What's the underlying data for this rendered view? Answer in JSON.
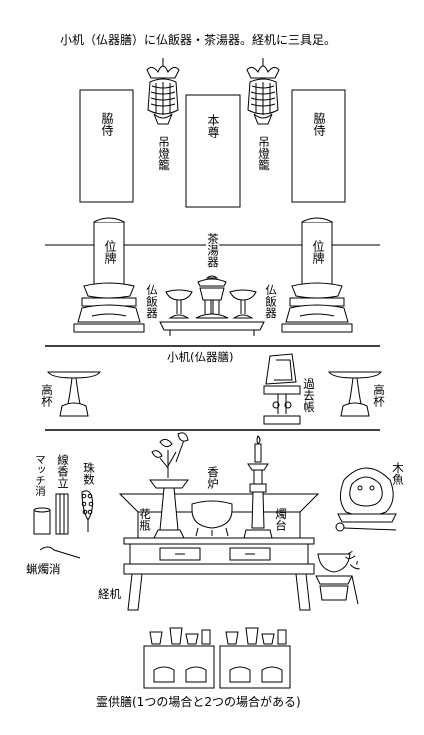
{
  "title": "小机（仏器膳）に仏飯器・茶湯器。経机に三具足。",
  "top": {
    "panel_left": "脇侍",
    "panel_center": "本尊",
    "panel_right": "脇侍",
    "lantern_left": "吊燈籠",
    "lantern_right": "吊燈籠"
  },
  "middle": {
    "ihai_left": "位牌",
    "ihai_right": "位牌",
    "chatoki": "茶湯器",
    "buppanki_left": "仏飯器",
    "buppanki_right": "仏飯器",
    "shoki": "小机(仏器膳)"
  },
  "tier2": {
    "takatsuki_left": "高杯",
    "takatsuki_right": "高杯",
    "kakocho": "過去帳"
  },
  "lower": {
    "matchkeshi": "マッチ消",
    "senkotate": "線香立",
    "juzu": "珠数",
    "kouro": "香炉",
    "kabin": "花瓶",
    "shokudai": "燭台",
    "mokugyo": "木魚",
    "rin": "リン",
    "rousokukeshi": "蝋燭消",
    "kyoudukue": "経机"
  },
  "bottom_caption": "霊供膳(1つの場合と2つの場合がある)"
}
